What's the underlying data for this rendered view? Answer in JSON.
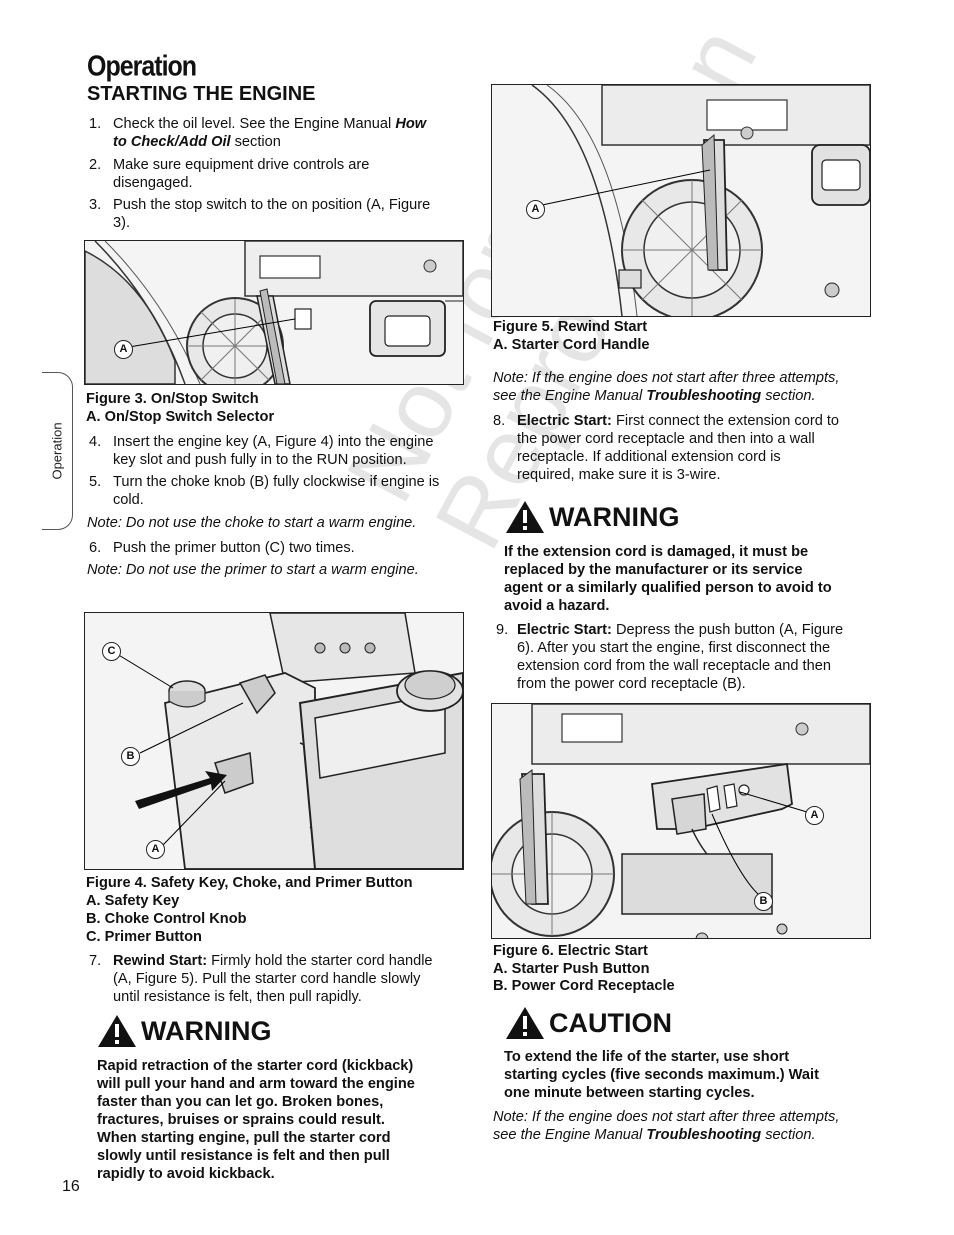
{
  "section_title": "Operation",
  "heading": "STARTING THE ENGINE",
  "side_tab": "Operation",
  "page_number": "16",
  "watermark": [
    "Not for",
    "Reproduction"
  ],
  "steps_left_top": [
    {
      "num": "1.",
      "line1_pre": "Check the oil level. See the Engine Manual ",
      "line1_em": "How",
      "line2_em": "to Check/Add Oil",
      "line2_post": " section"
    },
    {
      "num": "2.",
      "line1": "Make sure equipment drive controls are",
      "line2": "disengaged."
    },
    {
      "num": "3.",
      "line1": "Push the stop switch to the on position (A, Figure",
      "line2": "3)."
    }
  ],
  "fig3": {
    "callout": "A",
    "caption": "Figure 3.  On/Stop Switch",
    "item": "A.  On/Stop Switch Selector"
  },
  "steps_left_mid": [
    {
      "num": "4.",
      "line1": "Insert the engine key (A, Figure 4) into the engine",
      "line2": "key slot and push fully in to the RUN position."
    },
    {
      "num": "5.",
      "line1": "Turn the choke knob (B) fully clockwise if engine is",
      "line2": "cold."
    }
  ],
  "note_choke": "Note: Do not use the choke to start a warm engine.",
  "step6": {
    "num": "6.",
    "text": "Push the primer button (C) two times."
  },
  "note_primer": "Note: Do not use the primer to start a warm engine.",
  "fig4": {
    "callouts": [
      "C",
      "B",
      "A"
    ],
    "caption": "Figure 4.  Safety Key, Choke, and Primer Button",
    "items": [
      "A.  Safety Key",
      "B.  Choke Control Knob",
      "C.  Primer Button"
    ]
  },
  "step7": {
    "num": "7.",
    "label": "Rewind Start:",
    "line1": " Firmly hold the starter cord handle",
    "line2": "(A, Figure 5).  Pull the starter cord handle slowly",
    "line3": "until resistance is felt, then pull rapidly."
  },
  "warning1": {
    "title": "WARNING",
    "lines": [
      "Rapid retraction of the starter cord (kickback)",
      "will pull your hand and arm toward the engine",
      "faster than you can let go.  Broken bones,",
      "fractures, bruises or sprains could result.",
      "When starting engine, pull the starter cord",
      "slowly until resistance is felt and then pull",
      "rapidly to avoid kickback."
    ]
  },
  "fig5": {
    "callout": "A",
    "caption": "Figure 5.  Rewind Start",
    "item": "A.  Starter Cord Handle"
  },
  "note_attempts1": {
    "line1": "Note: If the engine does not start after three attempts,",
    "line2_pre": "see the Engine Manual ",
    "line2_em": "Troubleshooting",
    "line2_post": " section."
  },
  "step8": {
    "num": "8.",
    "label": "Electric Start:",
    "line1": " First connect the extension cord to",
    "line2": "the power cord receptacle and then into a wall",
    "line3": "receptacle.  If additional extension cord is",
    "line4": "required, make sure it is 3-wire."
  },
  "warning2": {
    "title": "WARNING",
    "lines": [
      "If the extension cord is damaged, it must be",
      "replaced by the manufacturer or its service",
      "agent or a similarly qualified person to avoid to",
      "avoid a hazard."
    ]
  },
  "step9": {
    "num": "9.",
    "label": "Electric Start:",
    "line1": " Depress the push button (A, Figure",
    "line2": "6).  After you start the engine, first disconnect the",
    "line3": "extension cord from the wall receptacle and then",
    "line4": "from the power cord receptacle (B)."
  },
  "fig6": {
    "callouts": [
      "A",
      "B"
    ],
    "caption": "Figure 6.  Electric Start",
    "items": [
      "A.  Starter Push Button",
      "B.  Power Cord Receptacle"
    ]
  },
  "caution": {
    "title": "CAUTION",
    "lines": [
      "To extend the life of the starter, use short",
      "starting cycles (five seconds maximum.)  Wait",
      "one minute between starting cycles."
    ]
  },
  "note_attempts2": {
    "line1": "Note: If the engine does not start after three attempts,",
    "line2_pre": "see the Engine Manual ",
    "line2_em": "Troubleshooting",
    "line2_post": " section."
  }
}
